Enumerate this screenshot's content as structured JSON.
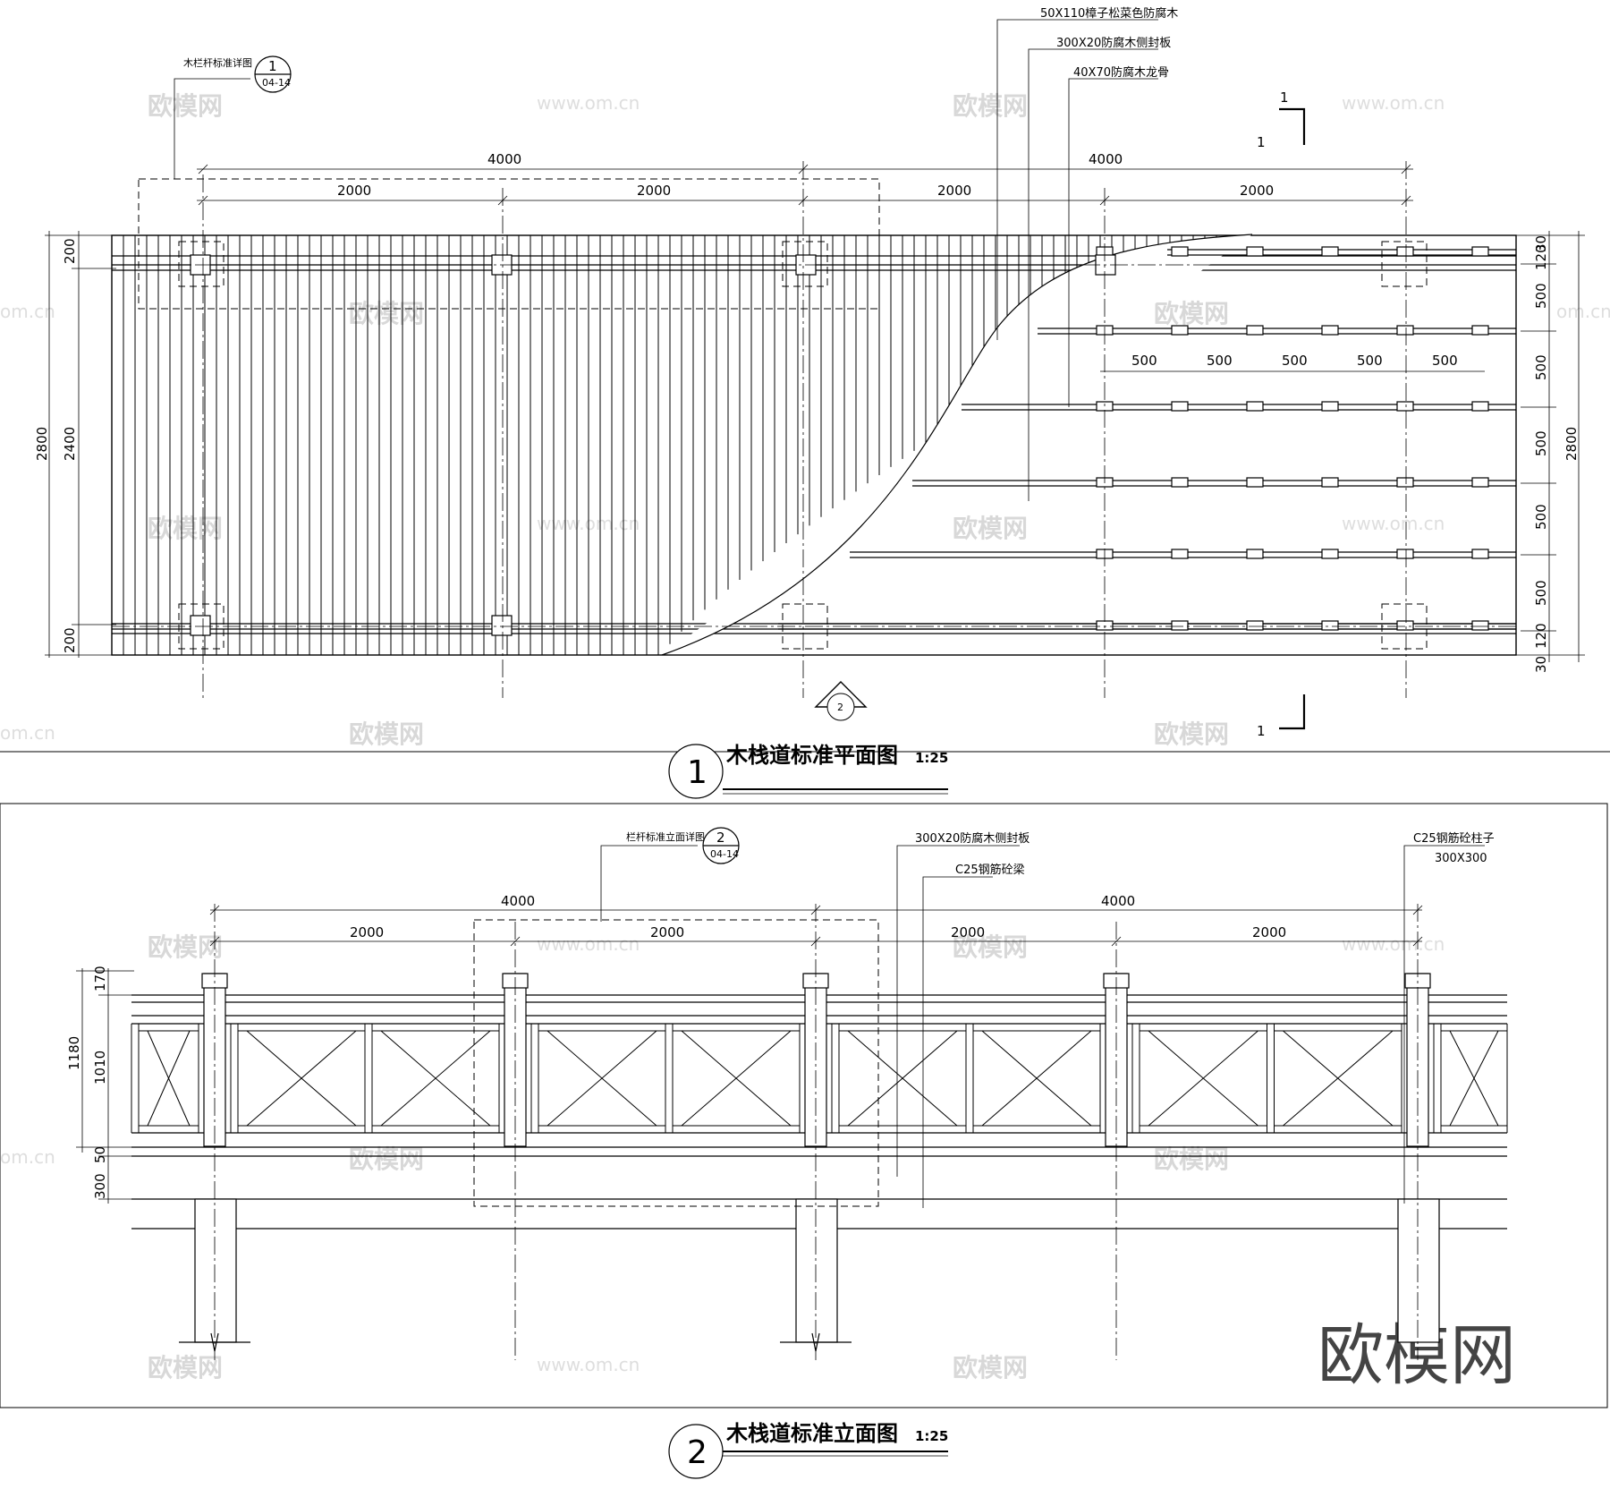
{
  "plan": {
    "title": "木栈道标准平面图",
    "scale": "1:25",
    "number": "1",
    "callout_railing": {
      "label": "木栏杆标准详图",
      "num": "1",
      "sheet": "04-14"
    },
    "notes": [
      "50X110樟子松菜色防腐木",
      "300X20防腐木侧封板",
      "40X70防腐木龙骨"
    ],
    "dims_top_outer": [
      "4000",
      "4000"
    ],
    "dims_top_inner": [
      "2000",
      "2000",
      "2000",
      "2000"
    ],
    "dims_mid": [
      "500",
      "500",
      "500",
      "500",
      "500"
    ],
    "dims_left_outer": "2800",
    "dims_left_inner": [
      "200",
      "2400",
      "200"
    ],
    "dims_right_outer": "2800",
    "dims_right_inner": [
      "30",
      "120",
      "500",
      "500",
      "500",
      "500",
      "500",
      "120",
      "30"
    ],
    "section_mark": "1",
    "section_mark_top": "1",
    "elev_marker": "2"
  },
  "elevation": {
    "title": "木栈道标准立面图",
    "scale": "1:25",
    "number": "2",
    "callout_railing": {
      "label": "栏杆标准立面详图",
      "num": "2",
      "sheet": "04-14"
    },
    "notes": [
      "300X20防腐木侧封板",
      "C25钢筋砼梁"
    ],
    "note_column": [
      "C25钢筋砼柱子",
      "300X300"
    ],
    "dims_top_outer": [
      "4000",
      "4000"
    ],
    "dims_top_inner": [
      "2000",
      "2000",
      "2000",
      "2000"
    ],
    "dims_left_outer": "1180",
    "dims_left_inner": [
      "170",
      "1010",
      "50",
      "300"
    ]
  },
  "watermark": {
    "brand": "欧模网",
    "url": "www.om.cn",
    "url_short": "om.cn"
  }
}
